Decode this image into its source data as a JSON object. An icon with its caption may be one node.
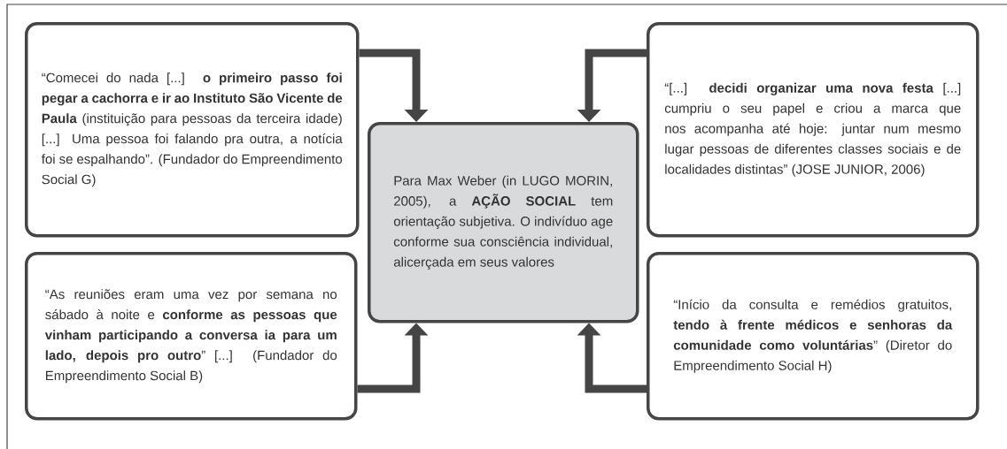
{
  "diagram": {
    "nodes": [
      {
        "text": [
          "“Comecei do nada [...] **o primeiro passo foi pegar a cachorra e ir ao Instituto São Vicente de Paula** (instituição para pessoas da terceira idade) [...] Uma pessoa foi falando pra outra, a notícia foi se espalhando”. (Fundador do Empreendimento Social G)"
        ]
      },
      {
        "text": [
          "“[...] **decidi organizar uma nova festa** [...] cumpriu o seu papel e criou a marca que nos acompanha até hoje: juntar num mesmo lugar pessoas de diferentes classes sociais e de localidades distintas” (JOSE JUNIOR, 2006)"
        ]
      },
      {
        "text": [
          "Para Max Weber (in LUGO MORIN, 2005), a **AÇÃO SOCIAL** tem orientação subjetiva. O indivíduo age conforme sua consciência individual, alicerçada em seus valores"
        ]
      },
      {
        "text": [
          "“As reuniões eram uma vez por semana no sábado à noite e **conforme as pessoas que vinham participando a conversa ia para um lado, depois pro outro**” [...] (Fundador do Empreendimento Social B)"
        ]
      },
      {
        "text": [
          "“Início da consulta e remédios gratuitos, **tendo à frente médicos e senhoras da comunidade como voluntárias**” (Diretor do Empreendimento Social H)"
        ]
      }
    ],
    "edges": [
      {
        "from": 0,
        "to": 2,
        "arrow": "to"
      },
      {
        "from": 1,
        "to": 2,
        "arrow": "to"
      },
      {
        "from": 3,
        "to": 2,
        "arrow": "to"
      },
      {
        "from": 4,
        "to": 2,
        "arrow": "to"
      }
    ]
  }
}
